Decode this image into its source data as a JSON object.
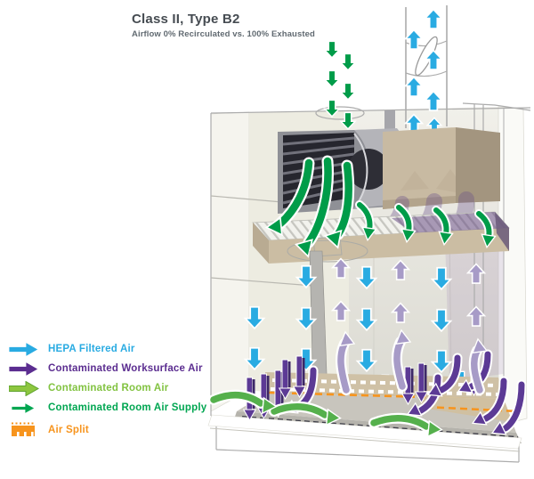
{
  "header": {
    "title": "Class II, Type B2",
    "subtitle": "Airflow 0% Recirculated vs. 100% Exhausted"
  },
  "legend": {
    "items": [
      {
        "label": "HEPA Filtered Air",
        "color": "#29ABE2",
        "icon": "blue-right-arrow"
      },
      {
        "label": "Contaminated Worksurface Air",
        "color": "#5B2D90",
        "icon": "purple-right-arrow"
      },
      {
        "label": "Contaminated Room Air",
        "color": "#8DC63F",
        "icon": "light-green-right-arrow"
      },
      {
        "label": "Contaminated Room Air Supply",
        "color": "#00A651",
        "icon": "dark-green-right-arrow"
      },
      {
        "label": "Air Split",
        "color": "#F7941D",
        "icon": "orange-hatched-block"
      }
    ]
  },
  "diagram": {
    "colors": {
      "hepa_filtered_air": "#29ABE2",
      "contaminated_worksurface_air": "#5C3A95",
      "contaminated_room_air": "#55B04C",
      "contaminated_room_air_supply": "#009C49",
      "air_split": "#F7941D",
      "cabinet_panel": "#EDECE1",
      "plenum_tan": "#C8BAA2",
      "lavender_return": "#A79BC7",
      "wireframe_grey": "#ACACAC"
    }
  }
}
